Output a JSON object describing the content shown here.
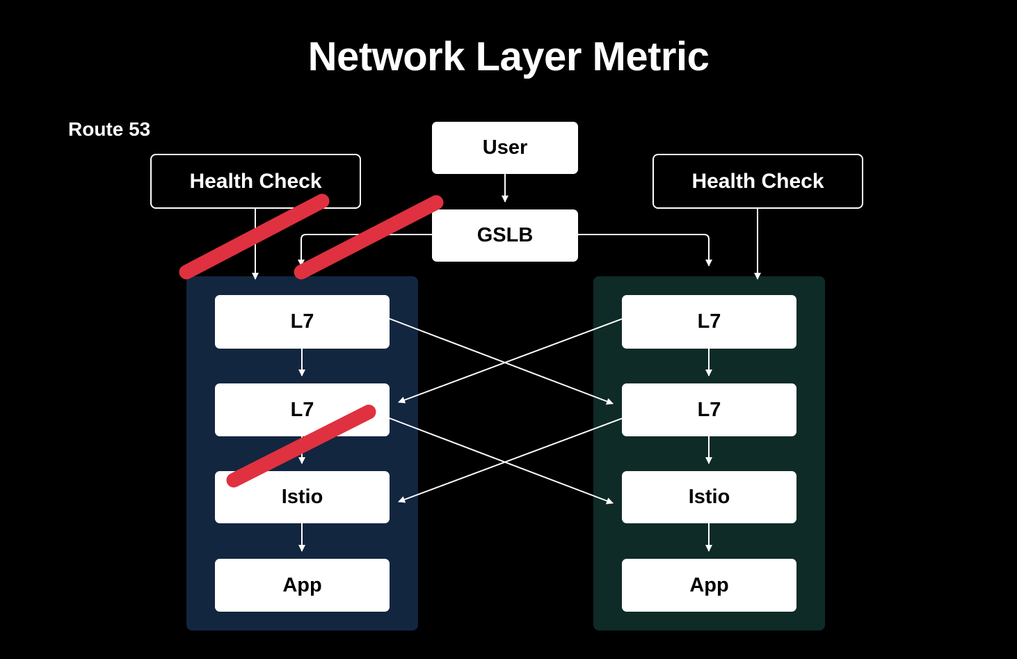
{
  "title": "Network Layer Metric",
  "route_label": "Route 53",
  "top": {
    "user": "User",
    "gslb": "GSLB"
  },
  "health_checks": {
    "left": "Health Check",
    "right": "Health Check"
  },
  "left_stack": [
    "L7",
    "L7",
    "Istio",
    "App"
  ],
  "right_stack": [
    "L7",
    "L7",
    "Istio",
    "App"
  ],
  "colors": {
    "background": "#000000",
    "left_zone": "#132640",
    "right_zone": "#0e2b27",
    "box": "#ffffff",
    "strike": "#e03140"
  }
}
